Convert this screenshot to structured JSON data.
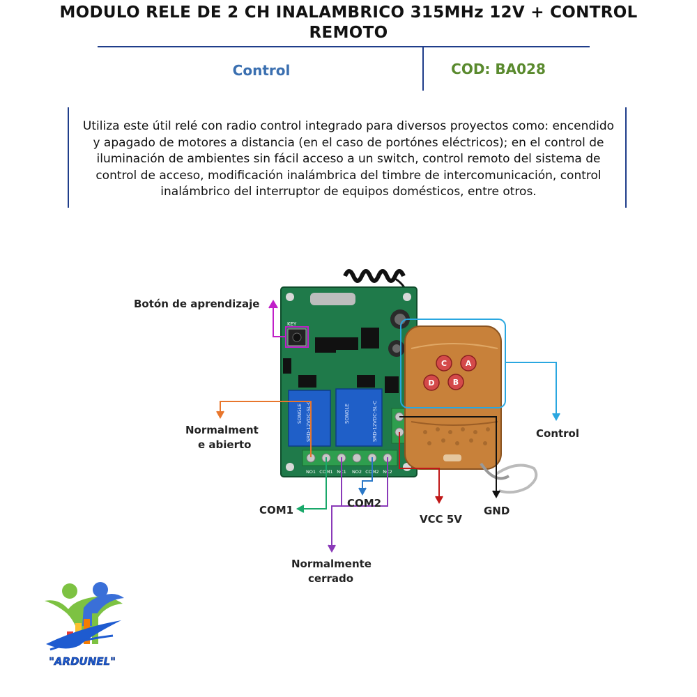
{
  "header": {
    "title": "MODULO RELE DE 2 CH INALAMBRICO 315MHz 12V + CONTROL REMOTO",
    "category": "Control",
    "code": "COD: BA028"
  },
  "description": "Utiliza este útil relé con radio control integrado para diversos proyectos como: encendido y apagado de motores a distancia (en el caso de portónes eléctricos); en el control de iluminación de ambientes sin fácil acceso a un switch, control remoto del sistema de control de acceso, modificación inalámbrica del timbre de intercomunicación, control inalámbrico del interruptor de equipos domésticos, entre otros.",
  "diagram": {
    "labels": {
      "learn_button": "Botón de aprendizaje",
      "normally_open_line1": "Normalment",
      "normally_open_line2": "e abierto",
      "control": "Control",
      "com1": "COM1",
      "com2": "COM2",
      "vcc": "VCC 5V",
      "gnd": "GND",
      "normally_closed_line1": "Normalmente",
      "normally_closed_line2": "cerrado"
    },
    "relay_text": {
      "brand": "SONGLE",
      "model": "SRD-12VDC-SL-C",
      "key_label": "KEY"
    },
    "terminal_labels": [
      "NO1",
      "COM1",
      "NC1",
      "NO2",
      "COM2",
      "NC2"
    ],
    "remote_buttons": [
      "A",
      "B",
      "C",
      "D"
    ],
    "wire_colors": {
      "learn": "#c020c8",
      "normally_open": "#e8762c",
      "control": "#2aa7e0",
      "com1": "#1aa86a",
      "com2": "#2a78c8",
      "vcc": "#c01818",
      "gnd": "#111111",
      "normally_closed": "#8a3ab8"
    }
  },
  "logo": {
    "text": "\"ARDUNEL\""
  }
}
